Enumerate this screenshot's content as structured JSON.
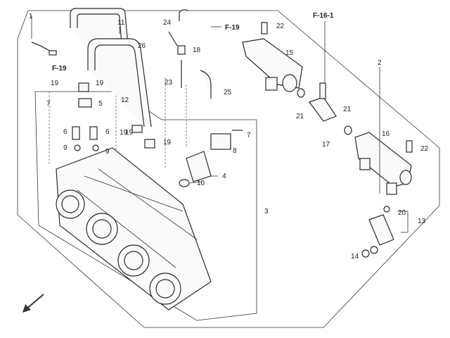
{
  "diagram": {
    "references": [
      "F-19",
      "F-19",
      "F-16-1"
    ],
    "part_numbers": [
      "1",
      "2",
      "3",
      "4",
      "5",
      "6",
      "6",
      "7",
      "7",
      "8",
      "9",
      "9",
      "10",
      "11",
      "12",
      "13",
      "14",
      "15",
      "16",
      "17",
      "18",
      "19",
      "19",
      "19",
      "19",
      "19",
      "20",
      "21",
      "21",
      "22",
      "22",
      "23",
      "24",
      "25",
      "26"
    ]
  },
  "colors": {
    "line": "#2a2a2a",
    "background": "#ffffff"
  },
  "icons": [
    "direction-arrow-icon"
  ]
}
